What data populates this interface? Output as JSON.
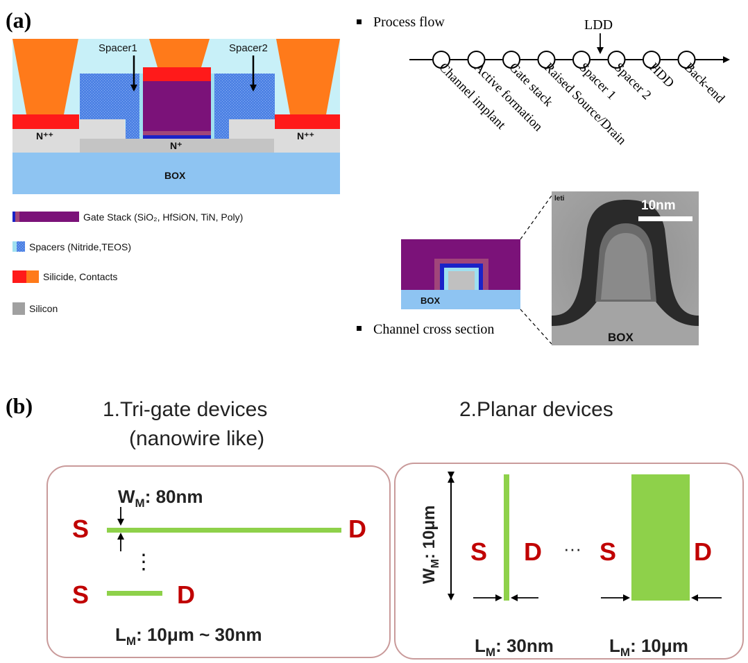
{
  "panel_a": {
    "label": "(a)",
    "cross_section": {
      "spacer1": "Spacer1",
      "spacer2": "Spacer2",
      "npp_left": "N⁺⁺",
      "npp_right": "N⁺⁺",
      "nplus": "N⁺",
      "box": "BOX"
    },
    "legend": {
      "gate_stack": "Gate Stack (SiO₂, HfSiON, TiN, Poly)",
      "spacers": "Spacers (Nitride,TEOS)",
      "silicide": "Silicide, Contacts",
      "silicon": "Silicon"
    },
    "process_flow": {
      "title": "Process flow",
      "ldd_label": "LDD",
      "steps": [
        "Channel implant",
        "Active formation",
        "Gate stack",
        "Raised Source/Drain",
        "Spacer 1",
        "Spacer 2",
        "HDD",
        "Back-end"
      ]
    },
    "channel": {
      "title": "Channel cross section",
      "box_small": "BOX",
      "tem_logo": "leti",
      "scale_bar": "10nm",
      "tem_box": "BOX"
    },
    "colors": {
      "contact_orange": "#ff7a1a",
      "silicide_red": "#ff1a1a",
      "gate_purple": "#7b1279",
      "spacer_blue": "#4e82e4",
      "spacer_light": "#9fe0f0",
      "silicon_gray": "#c8c8c8",
      "box_blue": "#8ec4f2",
      "oxide_cyan": "#c8f0f8"
    }
  },
  "panel_b": {
    "label": "(b)",
    "trigate": {
      "title": "1.Tri-gate devices",
      "subtitle": "(nanowire like)",
      "s_top": "S",
      "d_top": "D",
      "s_bottom": "S",
      "d_bottom": "D",
      "width_label": "W",
      "width_sub": "M",
      "width_value": ": 80nm",
      "length_label": "L",
      "length_sub": "M",
      "length_value": ": 10μm ~ 30nm",
      "ellipsis": "⋮"
    },
    "planar": {
      "title": "2.Planar devices",
      "width_label": "W",
      "width_sub": "M",
      "width_value": ": 10μm",
      "s1": "S",
      "d1": "D",
      "dots": "···",
      "s2": "S",
      "d2": "D",
      "l1_label": "L",
      "l1_sub": "M",
      "l1_value": ": 30nm",
      "l2_label": "L",
      "l2_sub": "M",
      "l2_value": ": 10μm"
    },
    "colors": {
      "wire_green": "#8ed14a",
      "sd_red": "#c00000",
      "box_border": "#c99a9a"
    }
  }
}
